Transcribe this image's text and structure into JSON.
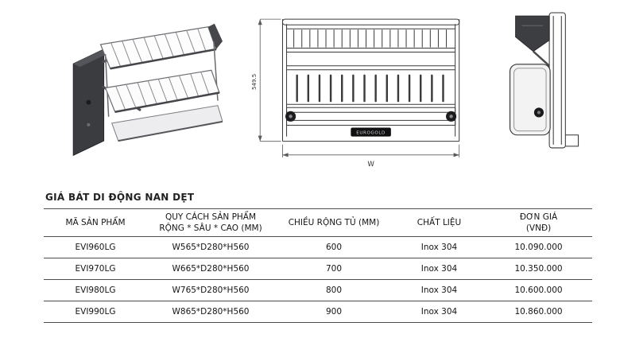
{
  "page": {
    "title": "GIÁ BÁT DI ĐỘNG NAN DẸT"
  },
  "front_view": {
    "height_dim": "549.5",
    "width_dim": "W",
    "brand_plate": "EUROGOLD"
  },
  "table": {
    "columns": [
      {
        "lines": [
          "MÃ SẢN PHẨM",
          ""
        ]
      },
      {
        "lines": [
          "QUY CÁCH SẢN PHẨM",
          "RỘNG * SÂU * CAO (MM)"
        ]
      },
      {
        "lines": [
          "CHIỀU RỘNG TỦ (MM)",
          ""
        ]
      },
      {
        "lines": [
          "CHẤT LIỆU",
          ""
        ]
      },
      {
        "lines": [
          "ĐƠN GIÁ",
          "(VNĐ)"
        ]
      }
    ],
    "rows": [
      [
        "EVI960LG",
        "W565*D280*H560",
        "600",
        "Inox 304",
        "10.090.000"
      ],
      [
        "EVI970LG",
        "W665*D280*H560",
        "700",
        "Inox 304",
        "10.350.000"
      ],
      [
        "EVI980LG",
        "W765*D280*H560",
        "800",
        "Inox 304",
        "10.600.000"
      ],
      [
        "EVI990LG",
        "W865*D280*H560",
        "900",
        "Inox 304",
        "10.860.000"
      ]
    ]
  }
}
